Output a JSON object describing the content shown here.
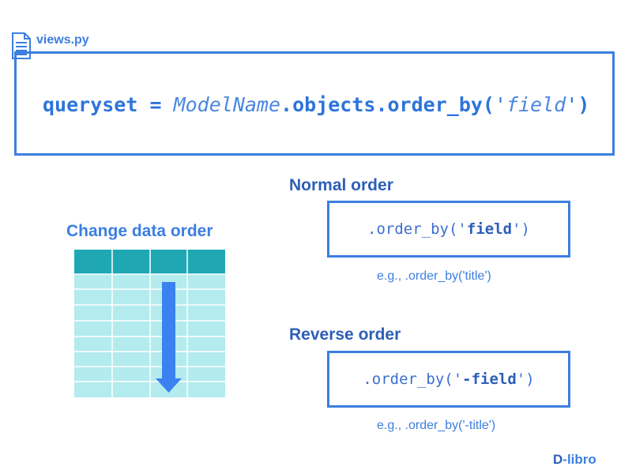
{
  "file": {
    "name": "views.py",
    "icon": "file-document-icon"
  },
  "code": {
    "var": "queryset",
    "op": " = ",
    "model": "ModelName",
    "method": ".objects.order_by(",
    "q1": "'",
    "arg": "field",
    "q2": "'",
    "close": ")"
  },
  "illustration": {
    "title": "Change data order",
    "header_color": "#1fa8b4",
    "body_color": "#b3ebee",
    "arrow_color": "#3b82f0",
    "arrow_icon": "arrow-down-icon"
  },
  "normal": {
    "heading": "Normal order",
    "code_prefix": ".order_by('",
    "code_field": "field",
    "code_suffix": "')",
    "example": "e.g., .order_by('title')"
  },
  "reverse": {
    "heading": "Reverse order",
    "code_prefix": ".order_by('",
    "code_field": "-field",
    "code_suffix": "')",
    "example": "e.g., .order_by('-title')"
  },
  "logo": {
    "mark": "D",
    "text": "-libro"
  },
  "colors": {
    "accent": "#3b7fe0",
    "dark_accent": "#2d5fb8"
  }
}
